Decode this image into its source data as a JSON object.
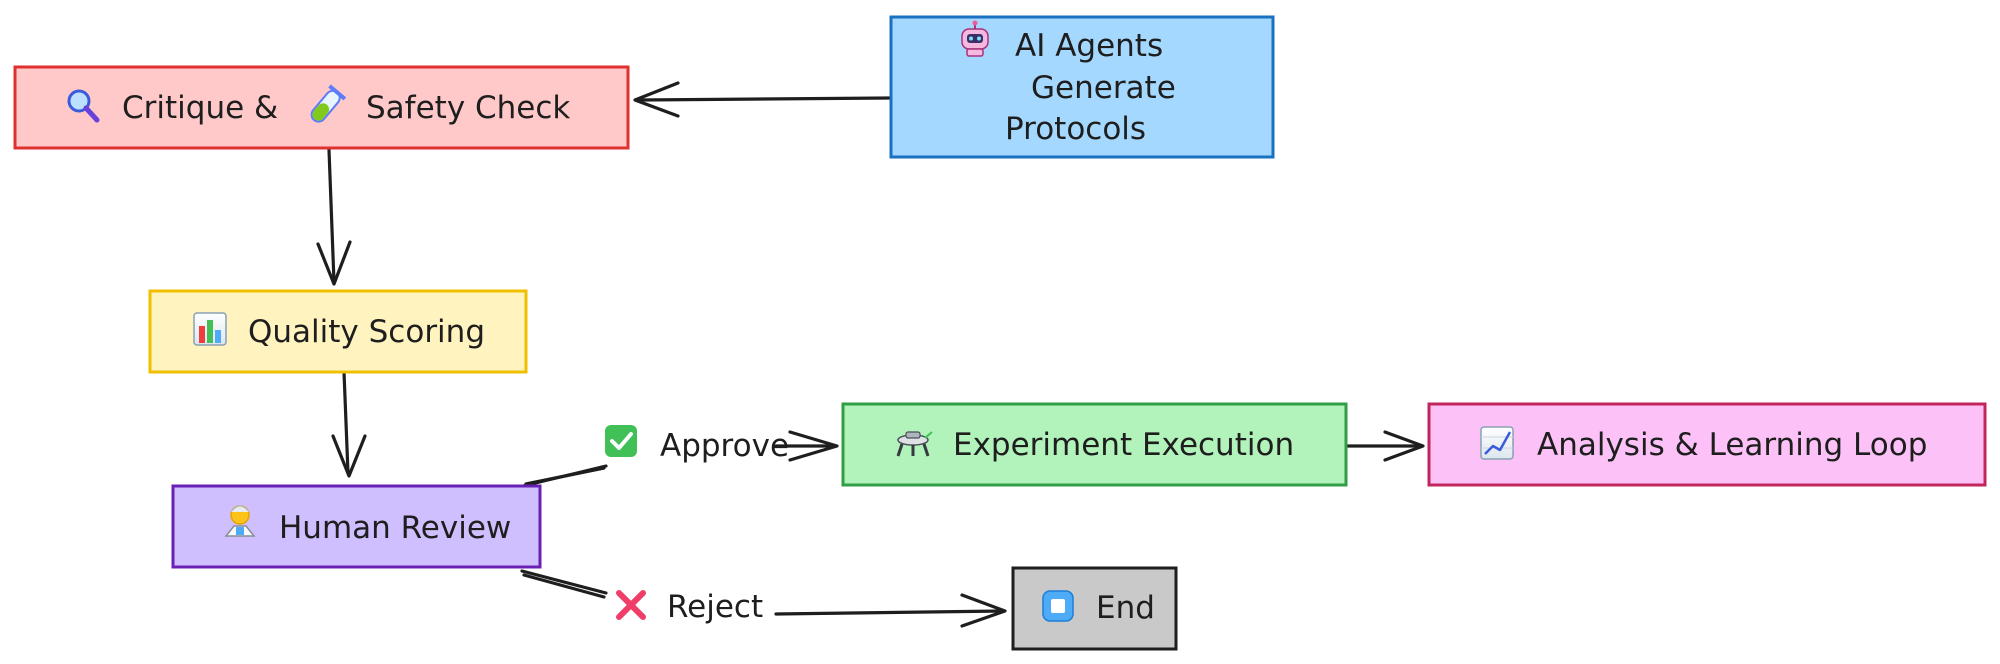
{
  "nodes": {
    "ai_agents": {
      "line1": "AI Agents",
      "line2": "Generate",
      "line3": "Protocols",
      "icon": "robot-icon",
      "fill": "#a5d8ff",
      "stroke": "#1971c2"
    },
    "critique": {
      "part1": "Critique &",
      "part2": "Safety Check",
      "icon1": "magnifier-icon",
      "icon2": "test-tube-icon",
      "fill": "#ffc9c9",
      "stroke": "#e03131"
    },
    "quality": {
      "label": "Quality Scoring",
      "icon": "bar-chart-icon",
      "fill": "#fff3bf",
      "stroke": "#f0c000"
    },
    "human_review": {
      "label": "Human Review",
      "icon": "scientist-icon",
      "fill": "#d0bfff",
      "stroke": "#6a1fb5"
    },
    "experiment": {
      "label": "Experiment Execution",
      "icon": "microscope-icon",
      "fill": "#b2f2bb",
      "stroke": "#2f9e44"
    },
    "analysis": {
      "label": "Analysis & Learning Loop",
      "icon": "line-chart-icon",
      "fill": "#fcc2f7",
      "stroke": "#c2255c"
    },
    "end": {
      "label": "End",
      "icon": "stop-icon",
      "fill": "#c9c9c9",
      "stroke": "#1e1e1e"
    }
  },
  "edges": {
    "approve": {
      "label": "Approve",
      "icon": "check-mark-icon",
      "icon_color": "#40c057"
    },
    "reject": {
      "label": "Reject",
      "icon": "cross-mark-icon",
      "icon_color": "#f03e69"
    }
  }
}
